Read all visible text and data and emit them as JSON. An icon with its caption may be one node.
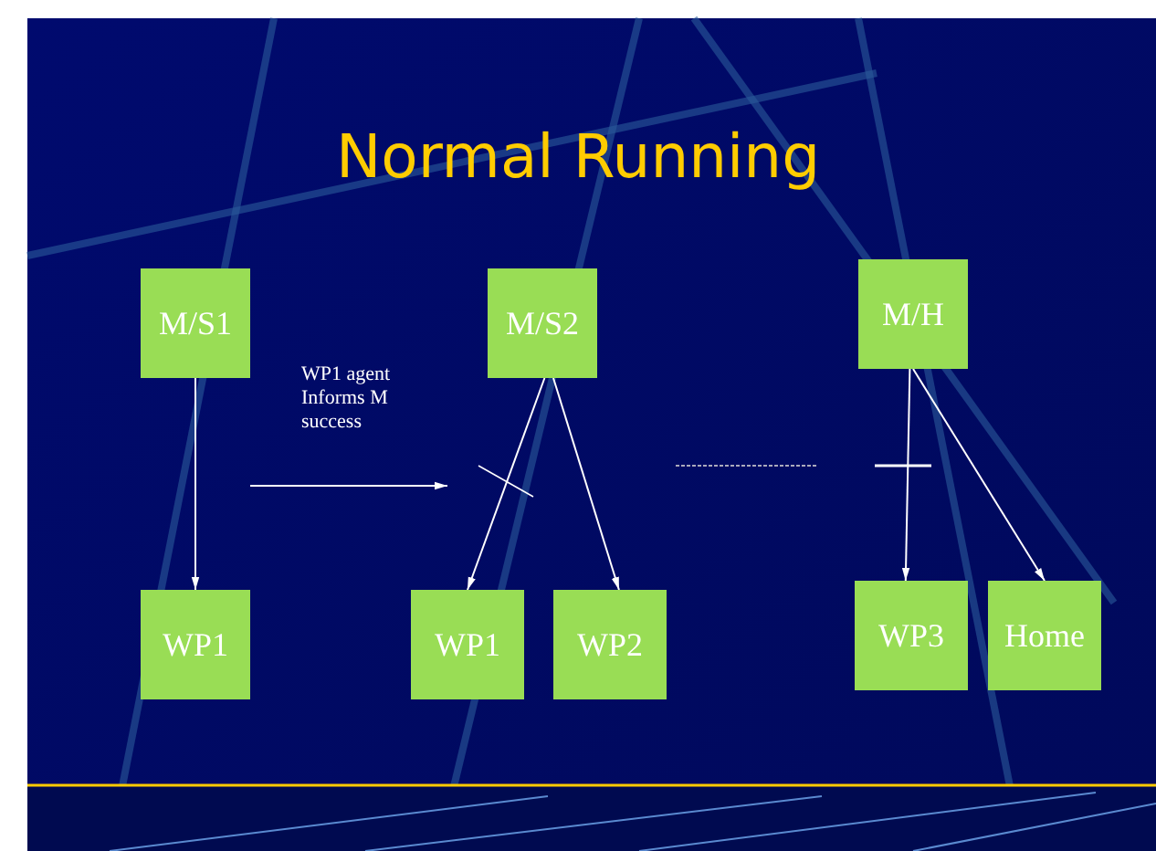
{
  "diagram": {
    "title": "Normal Running",
    "nodes": [
      {
        "text": [
          "M/S1"
        ]
      },
      {
        "text": [
          "WP1"
        ]
      },
      {
        "text": [
          "M/S2"
        ]
      },
      {
        "text": [
          "WP1"
        ]
      },
      {
        "text": [
          "WP2"
        ]
      },
      {
        "text": [
          "M/H"
        ]
      },
      {
        "text": [
          "WP3"
        ]
      },
      {
        "text": [
          "Home"
        ]
      }
    ],
    "edges": [
      {
        "from": 0,
        "to": 1,
        "arrow": "to"
      },
      {
        "from": 2,
        "to": 3,
        "arrow": "to"
      },
      {
        "from": 2,
        "to": 4,
        "arrow": "to"
      },
      {
        "from": 5,
        "to": 6,
        "arrow": "to"
      },
      {
        "from": 5,
        "to": 7,
        "arrow": "to"
      }
    ],
    "labels": [
      "WP1 agent Informs M success"
    ]
  }
}
